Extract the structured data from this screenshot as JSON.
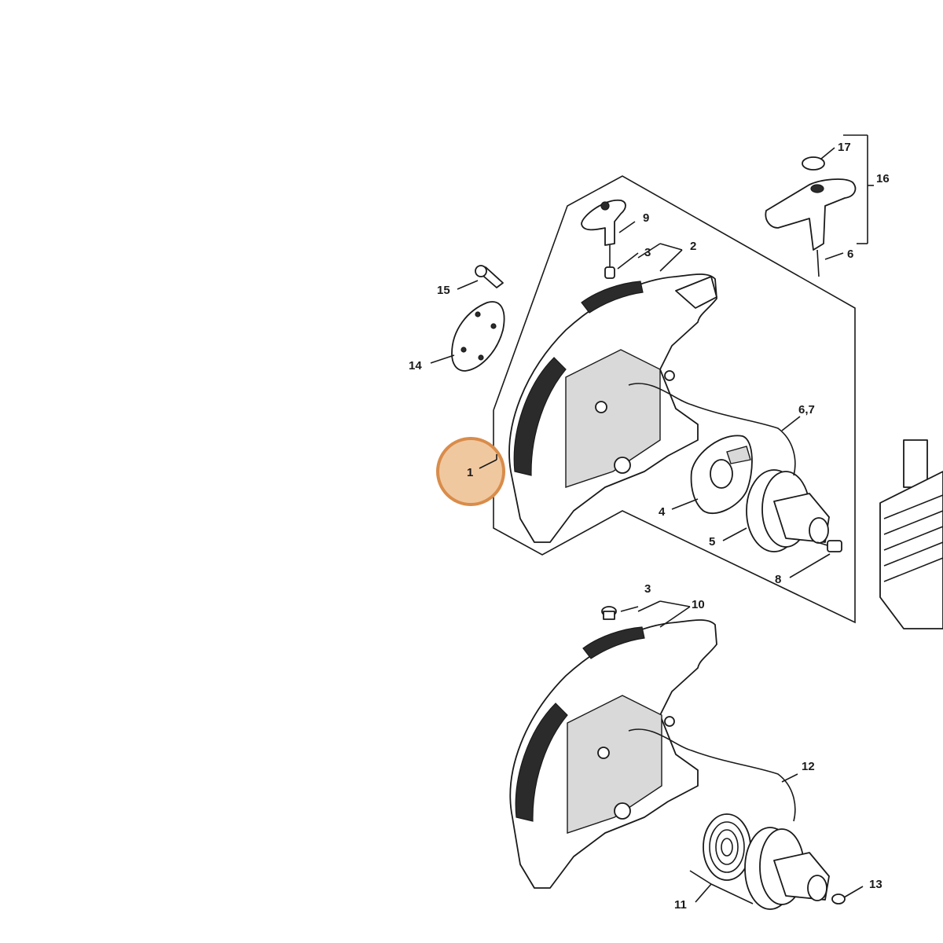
{
  "highlight": {
    "color": "#f0c8a0",
    "border_color": "#d98c4a"
  },
  "labels": [
    {
      "id": "p1",
      "text": "1"
    },
    {
      "id": "p2",
      "text": "2"
    },
    {
      "id": "p3a",
      "text": "3"
    },
    {
      "id": "p3b",
      "text": "3"
    },
    {
      "id": "p4",
      "text": "4"
    },
    {
      "id": "p5",
      "text": "5"
    },
    {
      "id": "p6",
      "text": "6"
    },
    {
      "id": "p67",
      "text": "6,7"
    },
    {
      "id": "p8",
      "text": "8"
    },
    {
      "id": "p9",
      "text": "9"
    },
    {
      "id": "p10",
      "text": "10"
    },
    {
      "id": "p11",
      "text": "11"
    },
    {
      "id": "p12",
      "text": "12"
    },
    {
      "id": "p13",
      "text": "13"
    },
    {
      "id": "p14",
      "text": "14"
    },
    {
      "id": "p15",
      "text": "15"
    },
    {
      "id": "p16",
      "text": "16"
    },
    {
      "id": "p17",
      "text": "17"
    }
  ]
}
